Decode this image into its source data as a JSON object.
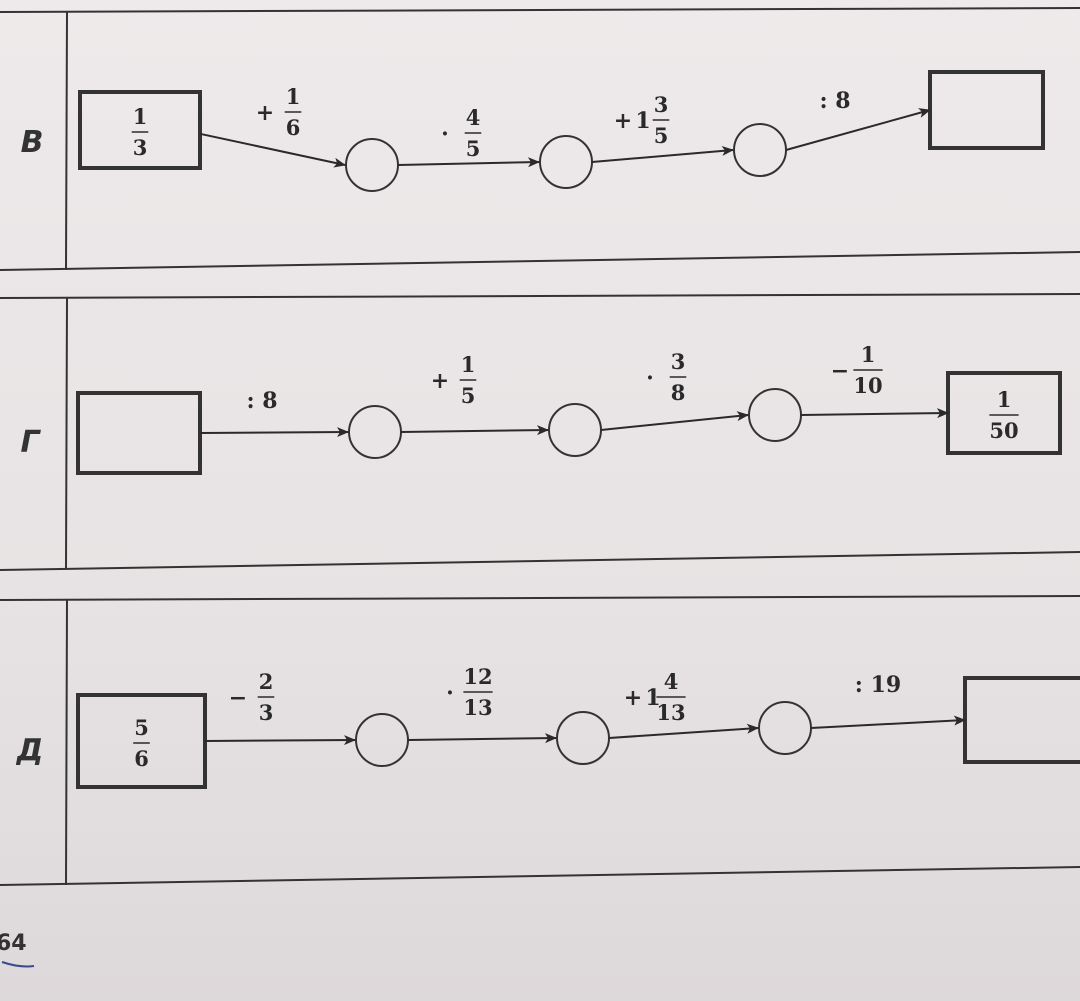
{
  "page_number": "64",
  "rows": [
    {
      "label": "В",
      "start": {
        "num": "1",
        "den": "3"
      },
      "ops": [
        {
          "sign": "+",
          "num": "1",
          "den": "6"
        },
        {
          "sign": "·",
          "num": "4",
          "den": "5"
        },
        {
          "sign": "+",
          "whole": "1",
          "num": "3",
          "den": "5"
        },
        {
          "sign": ":",
          "text": "8"
        }
      ],
      "end": null
    },
    {
      "label": "Г",
      "start": null,
      "ops": [
        {
          "sign": ":",
          "text": "8"
        },
        {
          "sign": "+",
          "num": "1",
          "den": "5"
        },
        {
          "sign": "·",
          "num": "3",
          "den": "8"
        },
        {
          "sign": "−",
          "num": "1",
          "den": "10"
        }
      ],
      "end": {
        "num": "1",
        "den": "50"
      }
    },
    {
      "label": "Д",
      "start": {
        "num": "5",
        "den": "6"
      },
      "ops": [
        {
          "sign": "−",
          "num": "2",
          "den": "3"
        },
        {
          "sign": "·",
          "num": "12",
          "den": "13"
        },
        {
          "sign": "+",
          "whole": "1",
          "num": "4",
          "den": "13"
        },
        {
          "sign": ":",
          "text": "19"
        }
      ],
      "end": null
    }
  ]
}
